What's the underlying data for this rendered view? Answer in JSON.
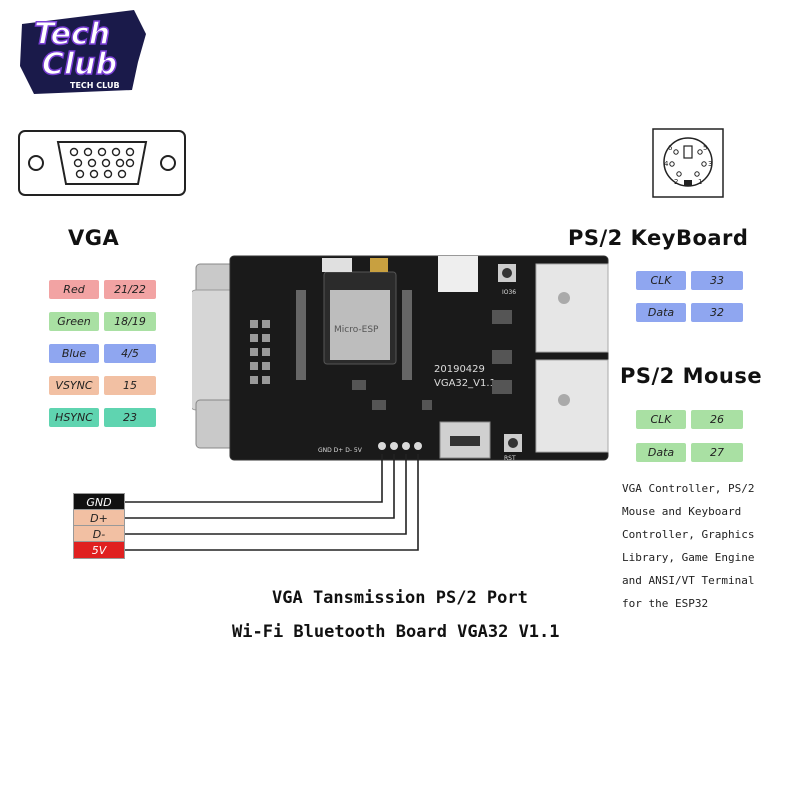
{
  "logo": {
    "line1": "Tech",
    "line2": "Club",
    "tagline": "TECH CLUB"
  },
  "vga": {
    "heading": "VGA",
    "pins": [
      {
        "name": "Red",
        "value": "21/22",
        "color": "#f2a3a3"
      },
      {
        "name": "Green",
        "value": "18/19",
        "color": "#a9e0a3"
      },
      {
        "name": "Blue",
        "value": "4/5",
        "color": "#8fa6f0"
      },
      {
        "name": "VSYNC",
        "value": "15",
        "color": "#f2c0a3"
      },
      {
        "name": "HSYNC",
        "value": "23",
        "color": "#5fd4b0"
      }
    ]
  },
  "keyboard": {
    "heading": "PS/2 KeyBoard",
    "pins": [
      {
        "name": "CLK",
        "value": "33",
        "color": "#8fa6f0"
      },
      {
        "name": "Data",
        "value": "32",
        "color": "#8fa6f0"
      }
    ]
  },
  "mouse": {
    "heading": "PS/2 Mouse",
    "pins": [
      {
        "name": "CLK",
        "value": "26",
        "color": "#a9e0a3"
      },
      {
        "name": "Data",
        "value": "27",
        "color": "#a9e0a3"
      }
    ]
  },
  "ps2_connector_pins": [
    "6",
    "5",
    "4",
    "3",
    "2",
    "1"
  ],
  "usb_header": {
    "pins": [
      {
        "name": "GND",
        "bg": "#111111",
        "fg": "#ffffff"
      },
      {
        "name": "D+",
        "bg": "#f2c0a3",
        "fg": "#222222"
      },
      {
        "name": "D-",
        "bg": "#f2c0a3",
        "fg": "#222222"
      },
      {
        "name": "5V",
        "bg": "#e02020",
        "fg": "#ffffff"
      }
    ]
  },
  "board": {
    "silk_date": "20190429",
    "silk_model": "VGA32_V1.1",
    "silk_pins": "GND D+ D- 5V",
    "silk_rst": "RST",
    "silk_io36": "IO36",
    "silk_module": "Micro-ESP"
  },
  "description": "VGA Controller, PS/2\nMouse and Keyboard\nController, Graphics\nLibrary, Game Engine\nand ANSI/VT Terminal\nfor the ESP32",
  "title": {
    "line1": "VGA Tansmission PS/2 Port",
    "line2": "Wi-Fi Bluetooth Board VGA32 V1.1"
  }
}
